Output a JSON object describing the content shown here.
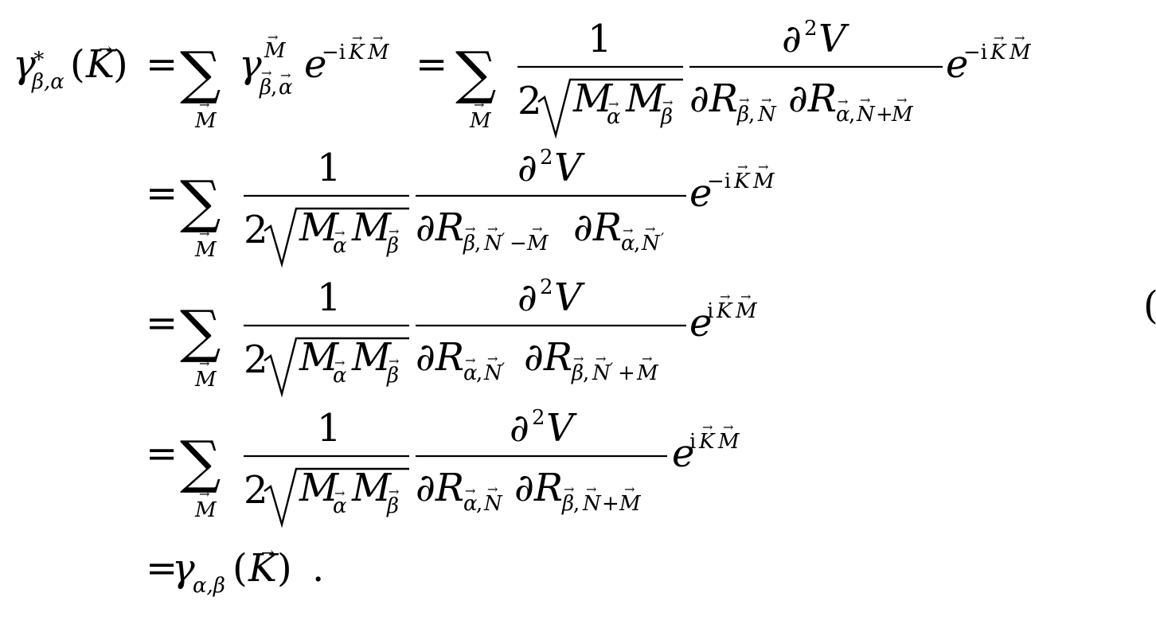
{
  "document": {
    "type": "equation",
    "equation_number_fragment": "(",
    "lines": [
      {
        "lhs": "γ*_{β,α}(K⃗)",
        "rhs": "= ∑_{M⃗} γ^{M⃗}_{β⃗,α⃗} e^{−iK⃗M⃗} = ∑_{M⃗} 1/(2√(M_{α⃗}M_{β⃗})) ∂²V/(∂R_{β⃗,N⃗}∂R_{α⃗,N⃗+M⃗}) e^{−iK⃗M⃗}"
      },
      {
        "rhs": "= ∑_{M⃗} 1/(2√(M_{α⃗}M_{β⃗})) ∂²V/(∂R_{β⃗,N⃗′−M⃗}∂R_{α⃗,N⃗′}) e^{−iK⃗M⃗}"
      },
      {
        "rhs": "= ∑_{M⃗} 1/(2√(M_{α⃗}M_{β⃗})) ∂²V/(∂R_{α⃗,N⃗′}∂R_{β⃗,N⃗′+M⃗}) e^{iK⃗M⃗}"
      },
      {
        "rhs": "= ∑_{M⃗} 1/(2√(M_{α⃗}M_{β⃗})) ∂²V/(∂R_{α⃗,N⃗}∂R_{β⃗,N⃗+M⃗}) e^{iK⃗M⃗}"
      },
      {
        "rhs": "= γ_{α,β}(K⃗) ."
      }
    ]
  }
}
